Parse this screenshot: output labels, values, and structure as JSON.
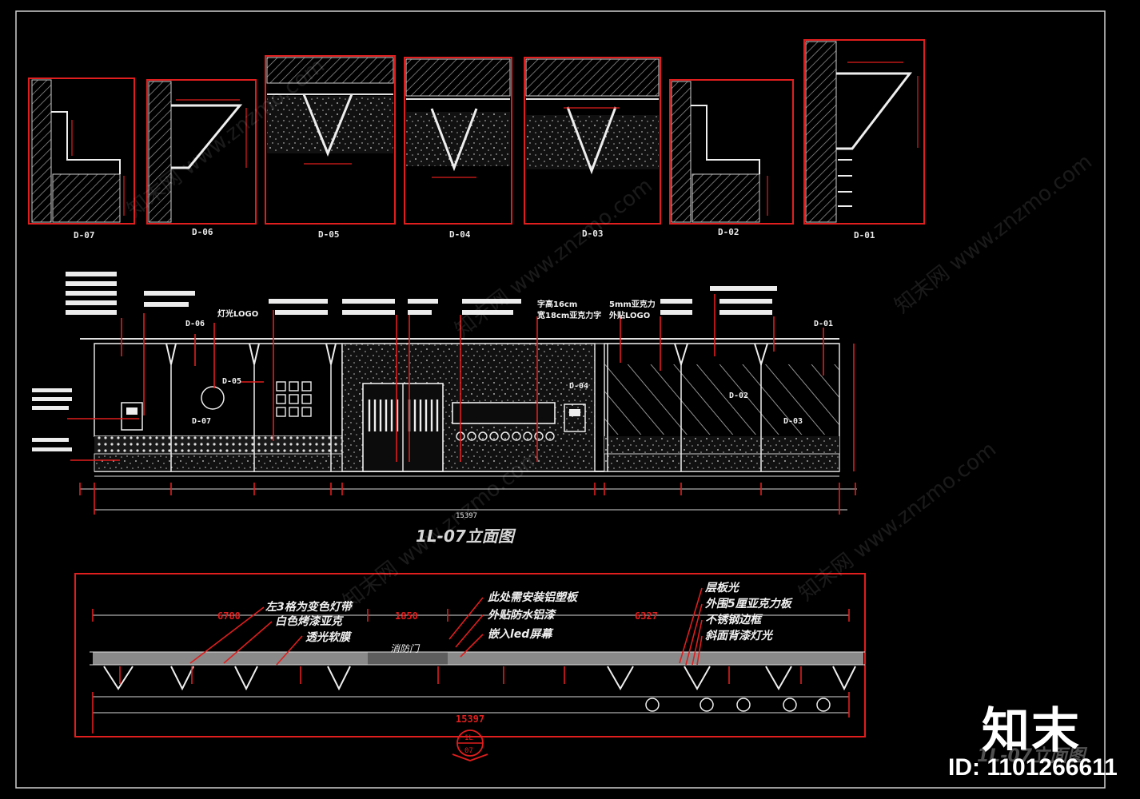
{
  "detail_labels": [
    "D-07",
    "D-06",
    "D-05",
    "D-04",
    "D-03",
    "D-02",
    "D-01"
  ],
  "elevation": {
    "title": "1L-07立面图",
    "callouts": [
      "灯光LOGO",
      "字高16cm",
      "宽18cm亚克力字",
      "5mm亚克力",
      "外贴LOGO"
    ],
    "section_marks": [
      "D-06",
      "D-05",
      "D-07",
      "D-04",
      "D-02",
      "D-03",
      "D-01"
    ],
    "total_dimension": "15397"
  },
  "plan": {
    "annotations": [
      "左3格为变色灯带",
      "白色烤漆亚克",
      "透光软膜",
      "此处需安装铝塑板",
      "外贴防水铝漆",
      "嵌入led屏幕",
      "层板光",
      "外围5厘亚克力板",
      "不锈钢边框",
      "斜面背漆灯光"
    ],
    "door_label": "消防门",
    "dimensions_top": [
      "6780",
      "1850",
      "6327"
    ],
    "dimension_total": "15397",
    "section_symbol_top": "1L",
    "section_symbol_bottom": "07"
  },
  "watermark_text": "知末网 www.znzmo.com",
  "brand": "知末",
  "drawing_id": "ID: 1101266611",
  "ghost_title": "1L-07立面图"
}
